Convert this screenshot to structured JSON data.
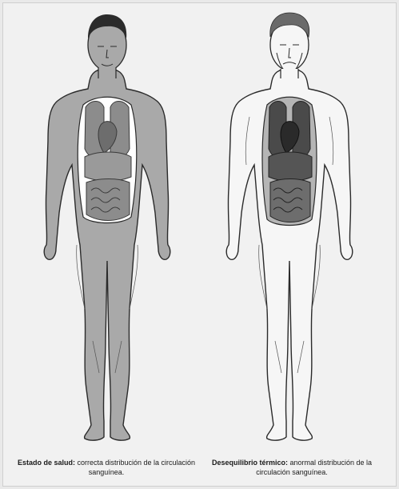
{
  "figures": [
    {
      "id": "health",
      "body_fill": "#a9a9a9",
      "caption_bold": "Estado de salud:",
      "caption_text": " correcta distribución de la circulación sanguínea."
    },
    {
      "id": "imbalance",
      "body_fill": "#f6f6f6",
      "caption_bold": "Desequilibrio térmico:",
      "caption_text": " anormal distribución de la circulación sanguínea."
    }
  ],
  "colors": {
    "outline": "#2a2a2a",
    "organ_fill": "#8c8c8c",
    "organ_dark": "#3a3a3a",
    "hair": "#2b2b2b"
  }
}
